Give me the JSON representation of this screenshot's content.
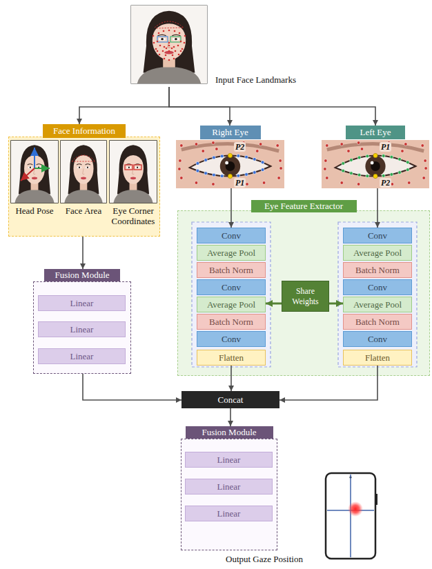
{
  "diagram": {
    "nodes": [
      {
        "text": [
          "Input Face Landmarks"
        ]
      },
      {
        "text": [
          "Face Information"
        ]
      },
      {
        "text": [
          "Head Pose"
        ],
        "in": 1
      },
      {
        "text": [
          "Face Area"
        ],
        "in": 1
      },
      {
        "text": [
          "Eye Corner Coordinates"
        ],
        "in": 1
      },
      {
        "text": [
          "Right Eye"
        ]
      },
      {
        "text": [
          "Left Eye"
        ]
      },
      {
        "text": [
          "Eye Feature Extractor"
        ]
      },
      {
        "text": [
          "Conv"
        ],
        "in": 7
      },
      {
        "text": [
          "Average Pool"
        ],
        "in": 7
      },
      {
        "text": [
          "Batch Norm"
        ],
        "in": 7
      },
      {
        "text": [
          "Conv"
        ],
        "in": 7
      },
      {
        "text": [
          "Average Pool"
        ],
        "in": 7
      },
      {
        "text": [
          "Batch Norm"
        ],
        "in": 7
      },
      {
        "text": [
          "Conv"
        ],
        "in": 7
      },
      {
        "text": [
          "Flatten"
        ],
        "in": 7
      },
      {
        "text": [
          "Share Weights"
        ],
        "in": 7
      },
      {
        "text": [
          "Conv"
        ],
        "in": 7
      },
      {
        "text": [
          "Average Pool"
        ],
        "in": 7
      },
      {
        "text": [
          "Batch Norm"
        ],
        "in": 7
      },
      {
        "text": [
          "Conv"
        ],
        "in": 7
      },
      {
        "text": [
          "Average Pool"
        ],
        "in": 7
      },
      {
        "text": [
          "Batch Norm"
        ],
        "in": 7
      },
      {
        "text": [
          "Conv"
        ],
        "in": 7
      },
      {
        "text": [
          "Flatten"
        ],
        "in": 7
      },
      {
        "text": [
          "Fusion Module"
        ]
      },
      {
        "text": [
          "Linear"
        ],
        "in": 25
      },
      {
        "text": [
          "Linear"
        ],
        "in": 25
      },
      {
        "text": [
          "Linear"
        ],
        "in": 25
      },
      {
        "text": [
          "Concat"
        ]
      },
      {
        "text": [
          "Fusion Module"
        ]
      },
      {
        "text": [
          "Linear"
        ],
        "in": 30
      },
      {
        "text": [
          "Linear"
        ],
        "in": 30
      },
      {
        "text": [
          "Linear"
        ],
        "in": 30
      }
    ],
    "edges": [
      {
        "from": 0,
        "to": 1,
        "arrow": "to"
      },
      {
        "from": 0,
        "to": 5,
        "arrow": "to"
      },
      {
        "from": 0,
        "to": 6,
        "arrow": "to"
      },
      {
        "from": 1,
        "to": 25,
        "arrow": "to"
      },
      {
        "from": 5,
        "to": 8,
        "arrow": "to"
      },
      {
        "from": 6,
        "to": 17,
        "arrow": "to"
      },
      {
        "from": 16,
        "to": 12,
        "arrow": "to"
      },
      {
        "from": 16,
        "to": 21,
        "arrow": "to"
      },
      {
        "from": 15,
        "to": 29,
        "arrow": "to"
      },
      {
        "from": 24,
        "to": 29,
        "arrow": "to"
      },
      {
        "from": 25,
        "to": 29,
        "arrow": "to"
      },
      {
        "from": 29,
        "to": 30,
        "arrow": "to"
      }
    ],
    "labels": [
      "P2",
      "P1",
      "P1",
      "P2",
      "Output Gaze Position"
    ]
  }
}
